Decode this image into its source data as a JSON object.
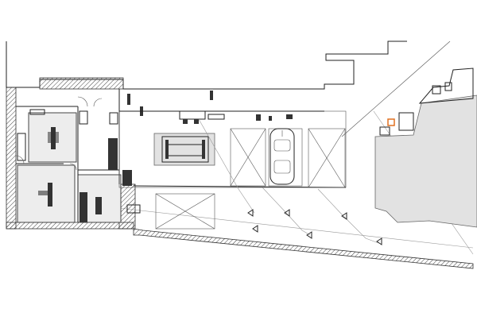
{
  "drawing": {
    "type": "floor-plan",
    "colors": {
      "line": "#222222",
      "room_fill": "#ededed",
      "neighbor_fill": "#e2e2e2",
      "accent": "#e07020"
    },
    "symbols": [
      "wall-hatch",
      "parking-bay",
      "car",
      "fixture",
      "door-swing",
      "tree-marker"
    ]
  }
}
